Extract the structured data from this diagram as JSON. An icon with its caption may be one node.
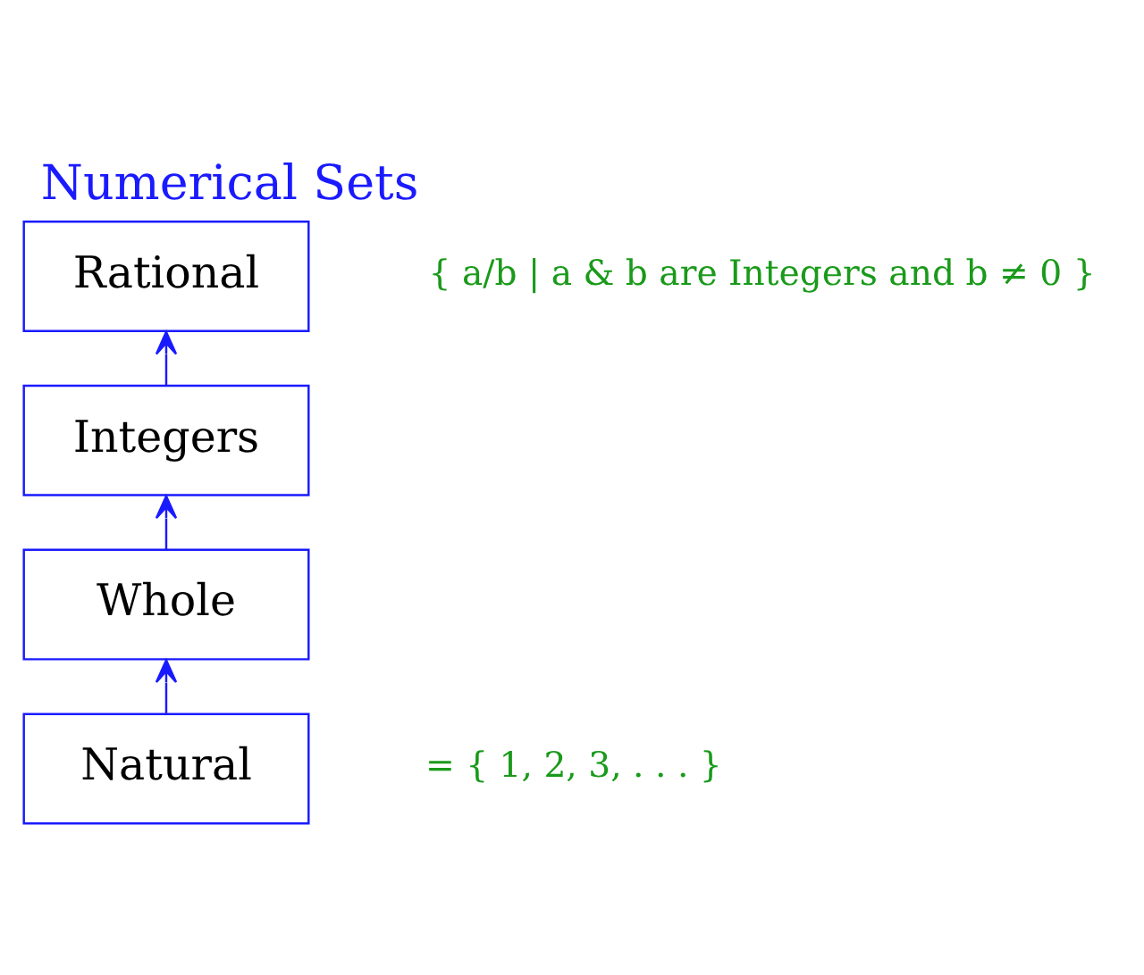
{
  "diagram": {
    "title": "Numerical Sets",
    "nodes": [
      {
        "text": [
          "Rational"
        ],
        "beside": [
          "{ a/b | a & b are Integers and b ≠ 0 }"
        ]
      },
      {
        "text": [
          "Integers"
        ]
      },
      {
        "text": [
          "Whole"
        ]
      },
      {
        "text": [
          "Natural"
        ],
        "beside": [
          "= { 1, 2, 3, . . . }"
        ]
      }
    ],
    "edges": [
      {
        "from": 3,
        "to": 2,
        "arrow": "to"
      },
      {
        "from": 2,
        "to": 1,
        "arrow": "to"
      },
      {
        "from": 1,
        "to": 0,
        "arrow": "to"
      }
    ]
  }
}
